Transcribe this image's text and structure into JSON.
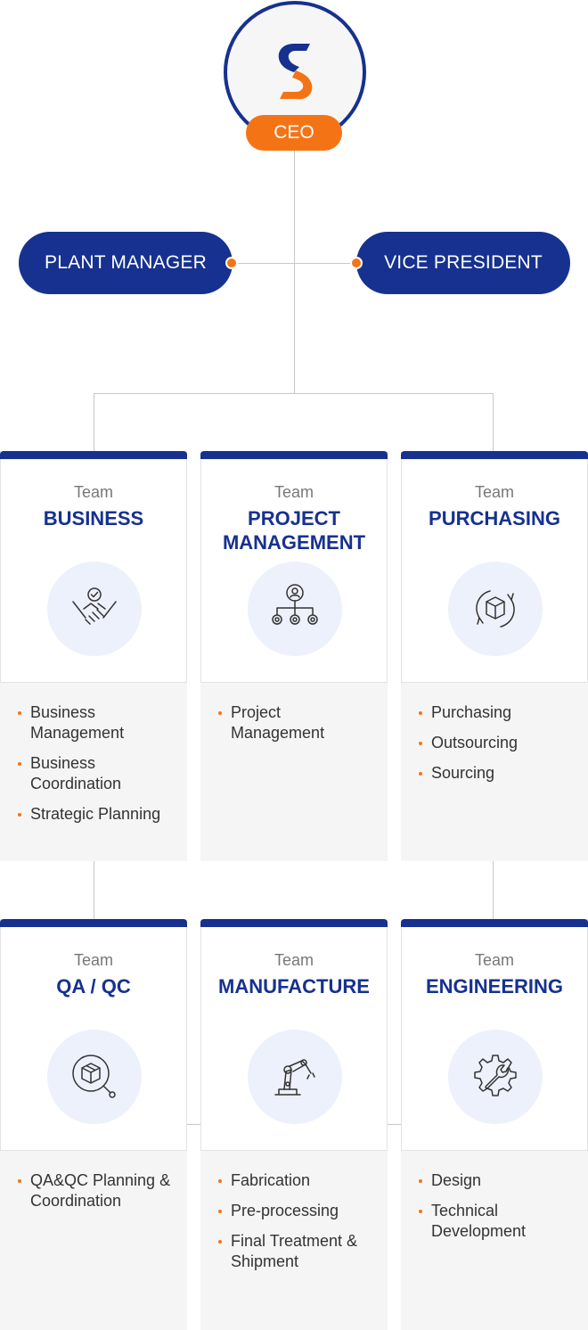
{
  "ceo": {
    "label": "CEO"
  },
  "plant_manager": {
    "label": "PLANT MANAGER"
  },
  "vice_president": {
    "label": "VICE PRESIDENT"
  },
  "teams": [
    {
      "label": "Team",
      "name": "BUSINESS",
      "icon": "handshake-icon",
      "duties": [
        "Business Management",
        "Business Coordination",
        "Strategic Planning"
      ]
    },
    {
      "label": "Team",
      "name": "PROJECT MANAGEMENT",
      "icon": "org-gears-icon",
      "duties": [
        "Project Management"
      ]
    },
    {
      "label": "Team",
      "name": "PURCHASING",
      "icon": "box-cycle-icon",
      "duties": [
        "Purchasing",
        "Outsourcing",
        "Sourcing"
      ]
    },
    {
      "label": "Team",
      "name": "QA / QC",
      "icon": "box-inspect-icon",
      "duties": [
        "QA&QC Planning & Coordination"
      ]
    },
    {
      "label": "Team",
      "name": "MANUFACTURE",
      "icon": "robot-arm-icon",
      "duties": [
        "Fabrication",
        "Pre-processing",
        "Final Treatment & Shipment"
      ]
    },
    {
      "label": "Team",
      "name": "ENGINEERING",
      "icon": "gear-wrench-icon",
      "duties": [
        "Design",
        "Technical Development"
      ]
    }
  ],
  "colors": {
    "primary": "#16318f",
    "accent": "#f47415",
    "icon_bg": "#edf1fb",
    "panel_bg": "#f5f5f5"
  }
}
